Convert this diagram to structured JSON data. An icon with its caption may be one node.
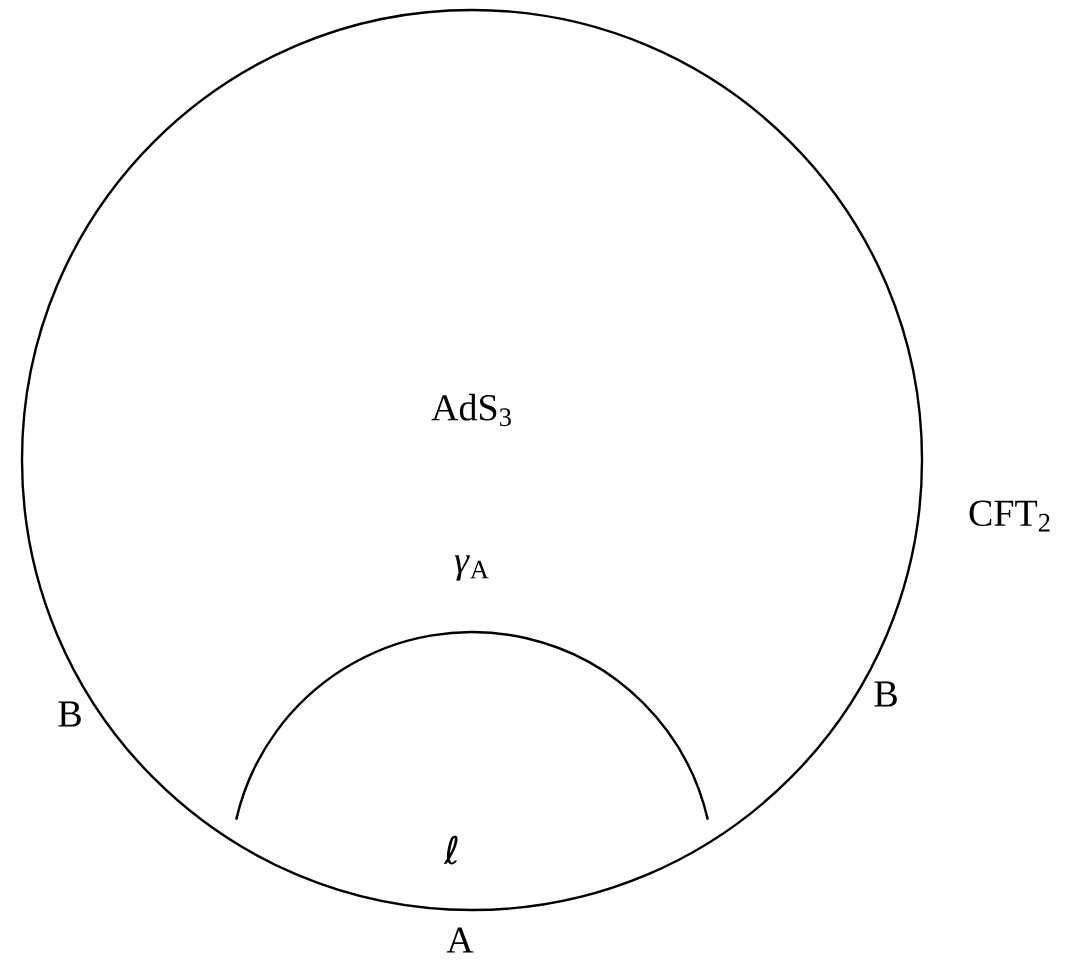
{
  "diagram": {
    "nodes": [
      {
        "text": [
          "AdS$_{3}$"
        ]
      }
    ],
    "labels": [
      "CFT$_{2}$",
      "*γ*$_{A}$",
      "B",
      "B",
      "ℓ",
      "A"
    ]
  }
}
